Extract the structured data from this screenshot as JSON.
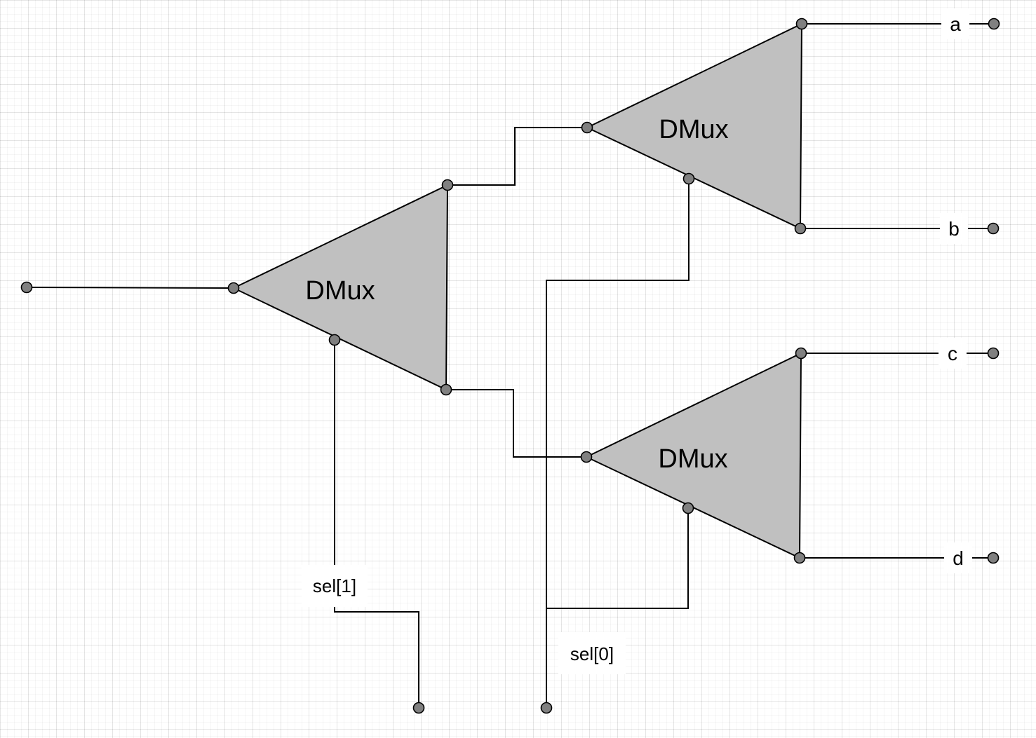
{
  "colors": {
    "gate_fill": "#c0c0c0",
    "stroke": "#000000",
    "port_fill": "#808080",
    "label_background": "#ffffff"
  },
  "gates": [
    {
      "id": "dmux-1",
      "label": "DMux"
    },
    {
      "id": "dmux-2",
      "label": "DMux"
    },
    {
      "id": "dmux-3",
      "label": "DMux"
    }
  ],
  "outputs": [
    "a",
    "b",
    "c",
    "d"
  ],
  "selectors": [
    "sel[1]",
    "sel[0]"
  ]
}
